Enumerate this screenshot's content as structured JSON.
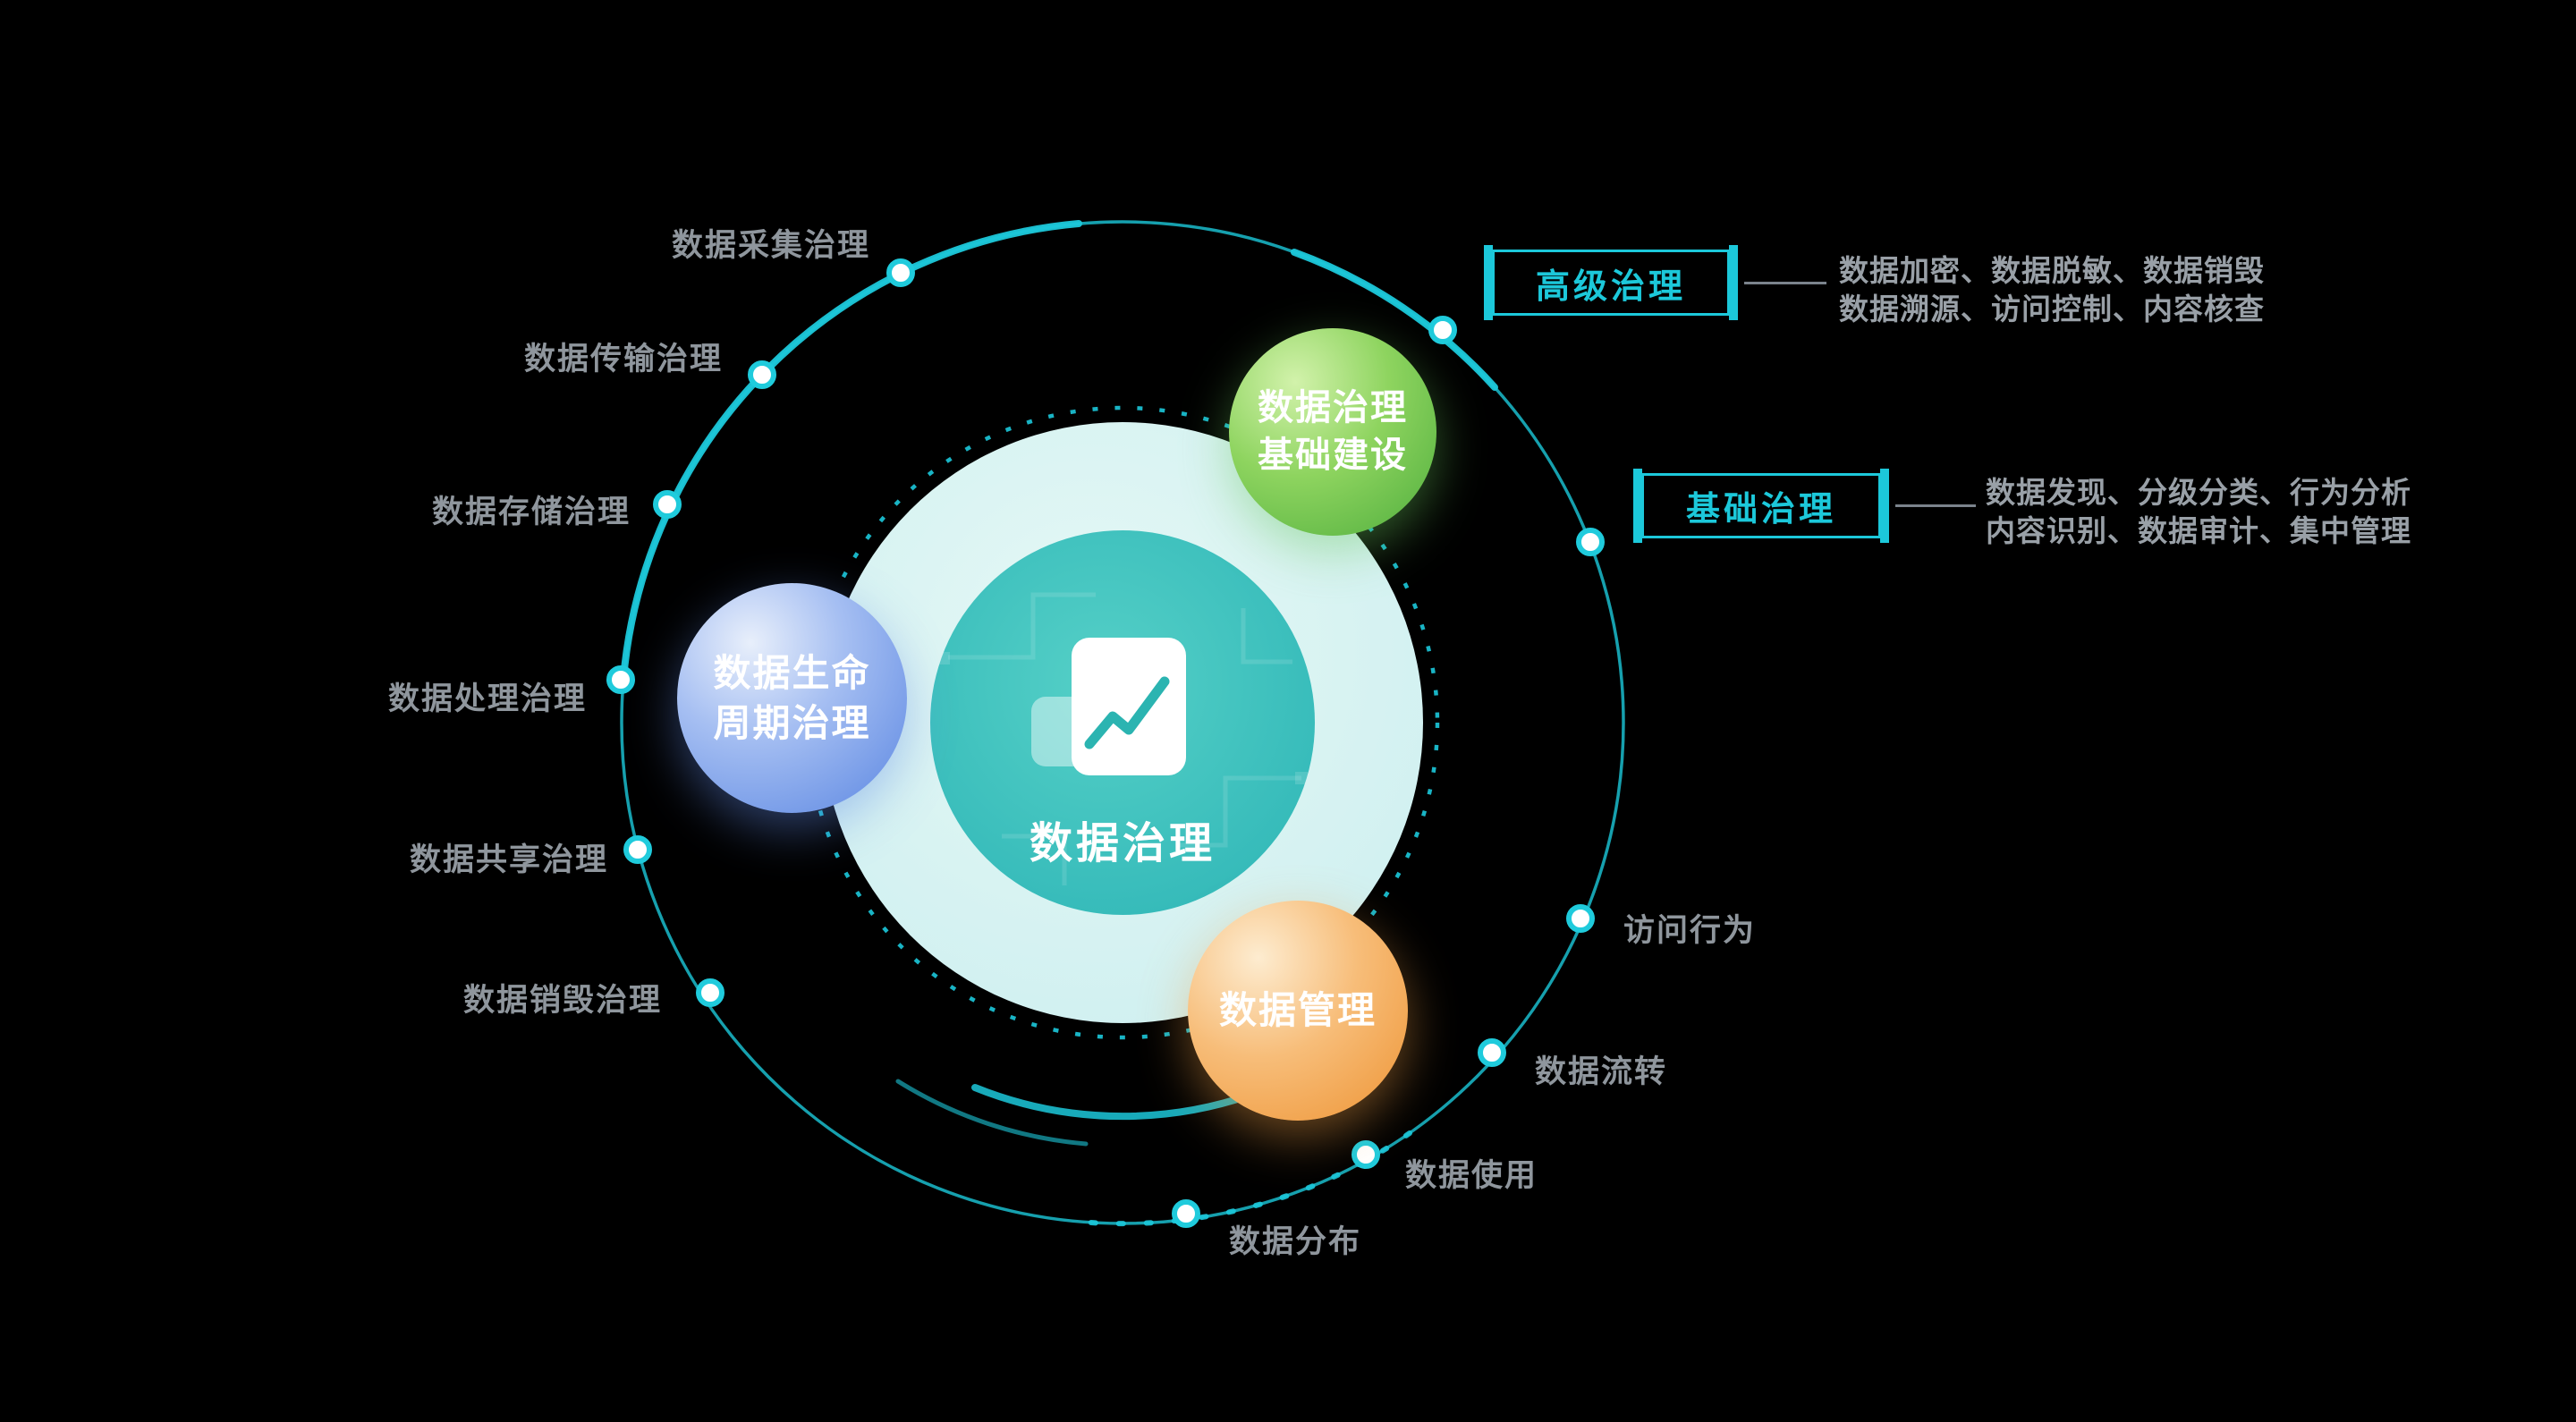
{
  "colors": {
    "background": "#000000",
    "teal": "#1cc8da",
    "inner_circle": "#38bcba",
    "light_circle": "#d9f4f1",
    "label_gray": "#8f969d",
    "desc_gray": "#99a0a7",
    "bubble_green": "#4fae3d",
    "bubble_blue": "#5a86e2",
    "bubble_orange": "#ee9434"
  },
  "center": {
    "title": "数据治理",
    "icon": "document-chart-icon"
  },
  "bubbles": {
    "foundation": {
      "line1": "数据治理",
      "line2": "基础建设"
    },
    "lifecycle": {
      "line1": "数据生命",
      "line2": "周期治理"
    },
    "management": {
      "line1": "数据管理"
    }
  },
  "ring_labels": {
    "collect": "数据采集治理",
    "transfer": "数据传输治理",
    "storage": "数据存储治理",
    "process": "数据处理治理",
    "share": "数据共享治理",
    "destroy": "数据销毁治理",
    "access_behavior": "访问行为",
    "data_flow": "数据流转",
    "data_usage": "数据使用",
    "data_distribution": "数据分布"
  },
  "callouts": {
    "advanced": {
      "title": "高级治理",
      "line1": "数据加密、数据脱敏、数据销毁",
      "line2": "数据溯源、访问控制、内容核查"
    },
    "basic": {
      "title": "基础治理",
      "line1": "数据发现、分级分类、行为分析",
      "line2": "内容识别、数据审计、集中管理"
    }
  }
}
